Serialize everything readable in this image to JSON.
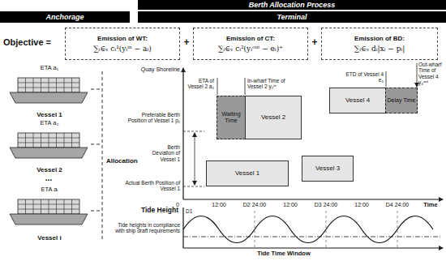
{
  "diagram": {
    "nodes": [
      {
        "text": [
          "Berth Allocation Process"
        ]
      },
      {
        "text": [
          "Anchorage"
        ]
      },
      {
        "text": [
          "Terminal"
        ]
      },
      {
        "text": [
          "Emission of WT:",
          "∑ᵢ∈ᵥ cᵢ¹(yᵢⁱⁿ − aᵢ)"
        ]
      },
      {
        "text": [
          "Emission of CT:",
          "∑ᵢ∈ᵥ cᵢ²(yᵢᵒᵘᵗ − eᵢ)⁺"
        ]
      },
      {
        "text": [
          "Emission of BD:",
          "∑ᵢ∈ᵥ dᵢ|xᵢ − pᵢ|"
        ]
      },
      {
        "text": [
          "ETA a₁",
          "Vessel 1"
        ]
      },
      {
        "text": [
          "ETA a₂",
          "Vessel 2"
        ]
      },
      {
        "text": [
          "ETA aᵢ",
          "Vessel i"
        ]
      },
      {
        "text": [
          "Waiting Time"
        ]
      },
      {
        "text": [
          "Vessel 2"
        ]
      },
      {
        "text": [
          "Vessel 4"
        ]
      },
      {
        "text": [
          "Delay Time"
        ]
      },
      {
        "text": [
          "Vessel 1"
        ]
      },
      {
        "text": [
          "Vessel 3"
        ]
      }
    ],
    "labels": [
      "Objective =",
      "+",
      "+",
      "...",
      "Allocation",
      "Quay Shoreline",
      "ETA of Vessel 2 a₂",
      "In-wharf Time of Vessel 2 y₂ⁱⁿ",
      "ETD of Vessel 4 e₄",
      "Out-wharf Time of Vessel 4 y₄ᵒᵘᵗ",
      "Preferable Berth Position of Vessel 1 p₁",
      "Berth Deviation of Vessel 1",
      "Actual Berth Position of Vessel 1",
      "0",
      "12:00",
      "D2 24:00",
      "12:00",
      "D3 24:00",
      "12:00",
      "D4 24:00",
      "Time",
      "Tide Height",
      "D1",
      "Tide heights in compliance with ship draft requirements",
      "Tide Time Window"
    ]
  }
}
